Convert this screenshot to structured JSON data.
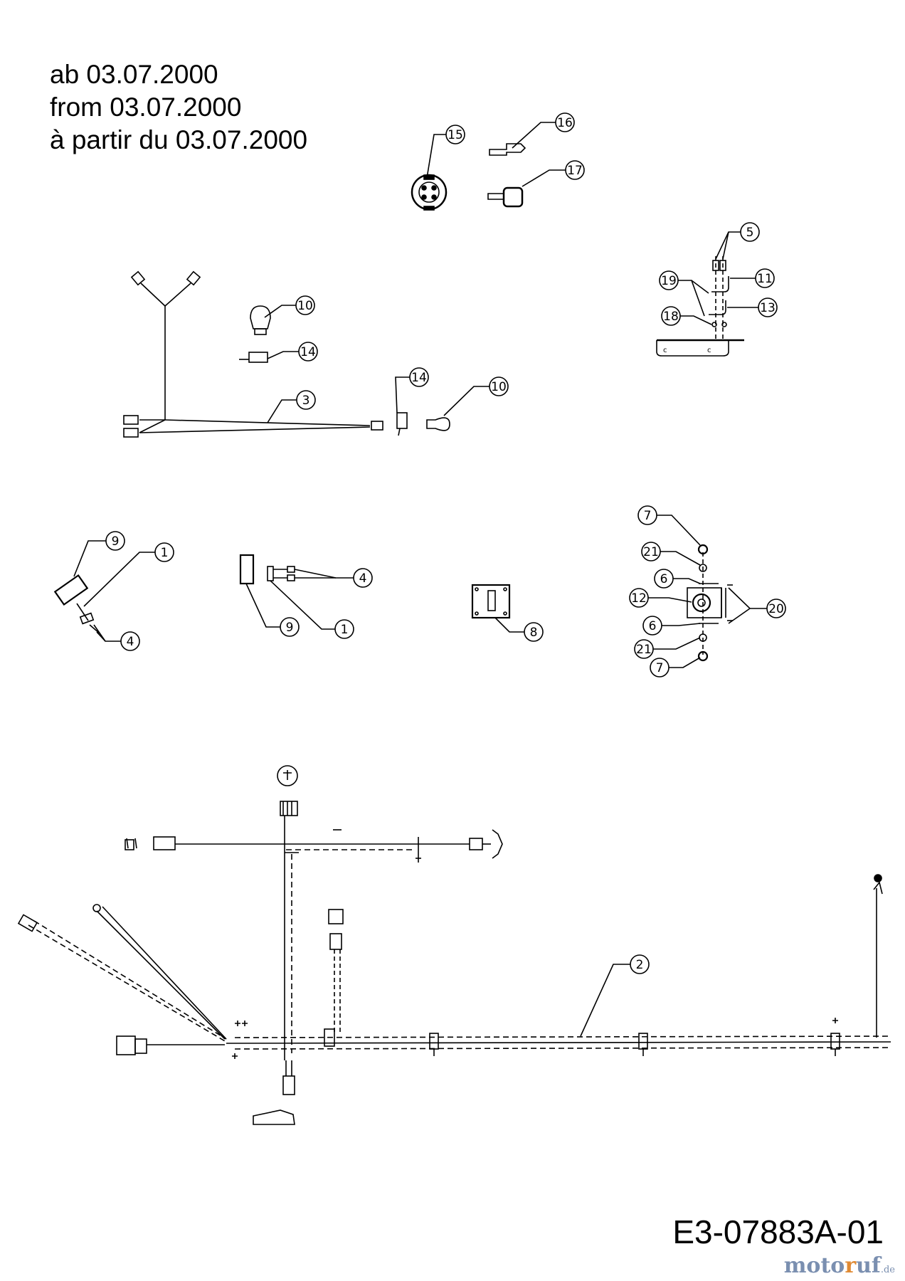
{
  "header": {
    "lines": [
      "ab 03.07.2000",
      "from 03.07.2000",
      "à partir du 03.07.2000"
    ]
  },
  "drawing_code": "E3-07883A-01",
  "watermark": {
    "brand_part1": "moto",
    "brand_part2": "r",
    "brand_part3": "uf",
    "suffix": ".de"
  },
  "callouts": {
    "c1a": "1",
    "c1b": "1",
    "c2": "2",
    "c3": "3",
    "c4a": "4",
    "c4b": "4",
    "c5": "5",
    "c6a": "6",
    "c6b": "6",
    "c7a": "7",
    "c7b": "7",
    "c8": "8",
    "c9a": "9",
    "c9b": "9",
    "c10a": "10",
    "c10b": "10",
    "c11": "11",
    "c12": "12",
    "c13": "13",
    "c14a": "14",
    "c14b": "14",
    "c15": "15",
    "c16": "16",
    "c17": "17",
    "c18": "18",
    "c19": "19",
    "c20": "20",
    "c21a": "21",
    "c21b": "21"
  },
  "colors": {
    "ink": "#000000",
    "background": "#ffffff",
    "watermark_blue": "#7a8fb0",
    "watermark_orange": "#e08a33"
  }
}
